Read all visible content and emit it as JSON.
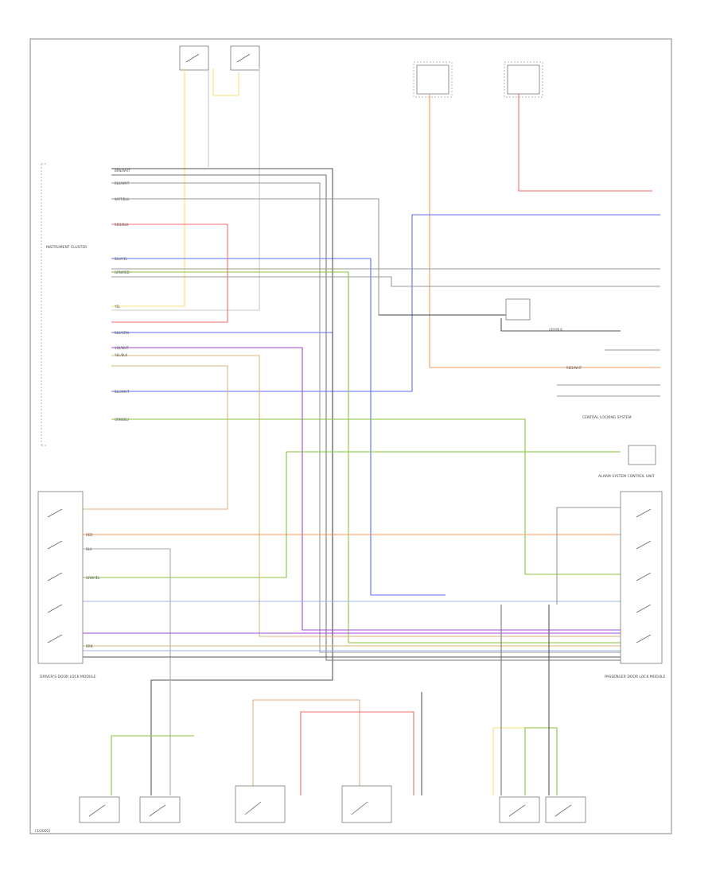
{
  "colors": {
    "yellow": "#f4e27a",
    "red": "#f06d6d",
    "orange": "#f39a5a",
    "blue": "#5a6cf0",
    "violet": "#a24ad4",
    "green": "#8ac43c",
    "tan": "#d7b77e",
    "gray": "#a9a9a9",
    "black": "#333333",
    "lightblue": "#9fb5e8",
    "frame": "#9a9a9a"
  },
  "footer": {
    "code": "(1/2002)"
  },
  "blocks": {
    "instrument_cluster": "INSTRUMENT CLUSTER",
    "central_locking": "CENTRAL LOCKING SYSTEM",
    "alarm_control": "ALARM SYSTEM CONTROL UNIT",
    "drivers_door": "DRIVER'S DOOR LOCK MODULE",
    "pass_door": "PASSENGER DOOR LOCK MODULE"
  },
  "wire_labels": [
    "BRN/WHT",
    "BLK/WHT",
    "WHT/BLU",
    "RED/BLK",
    "BLU/YEL",
    "GRN/RED",
    "BLK/GRN",
    "BLU/WHT",
    "YEL/BLK",
    "GRN/BLU",
    "RED/WHT",
    "VIO/WHT",
    "GRY/BLK",
    "BLK",
    "RED",
    "YEL",
    "GRN/YEL",
    "BRN"
  ]
}
